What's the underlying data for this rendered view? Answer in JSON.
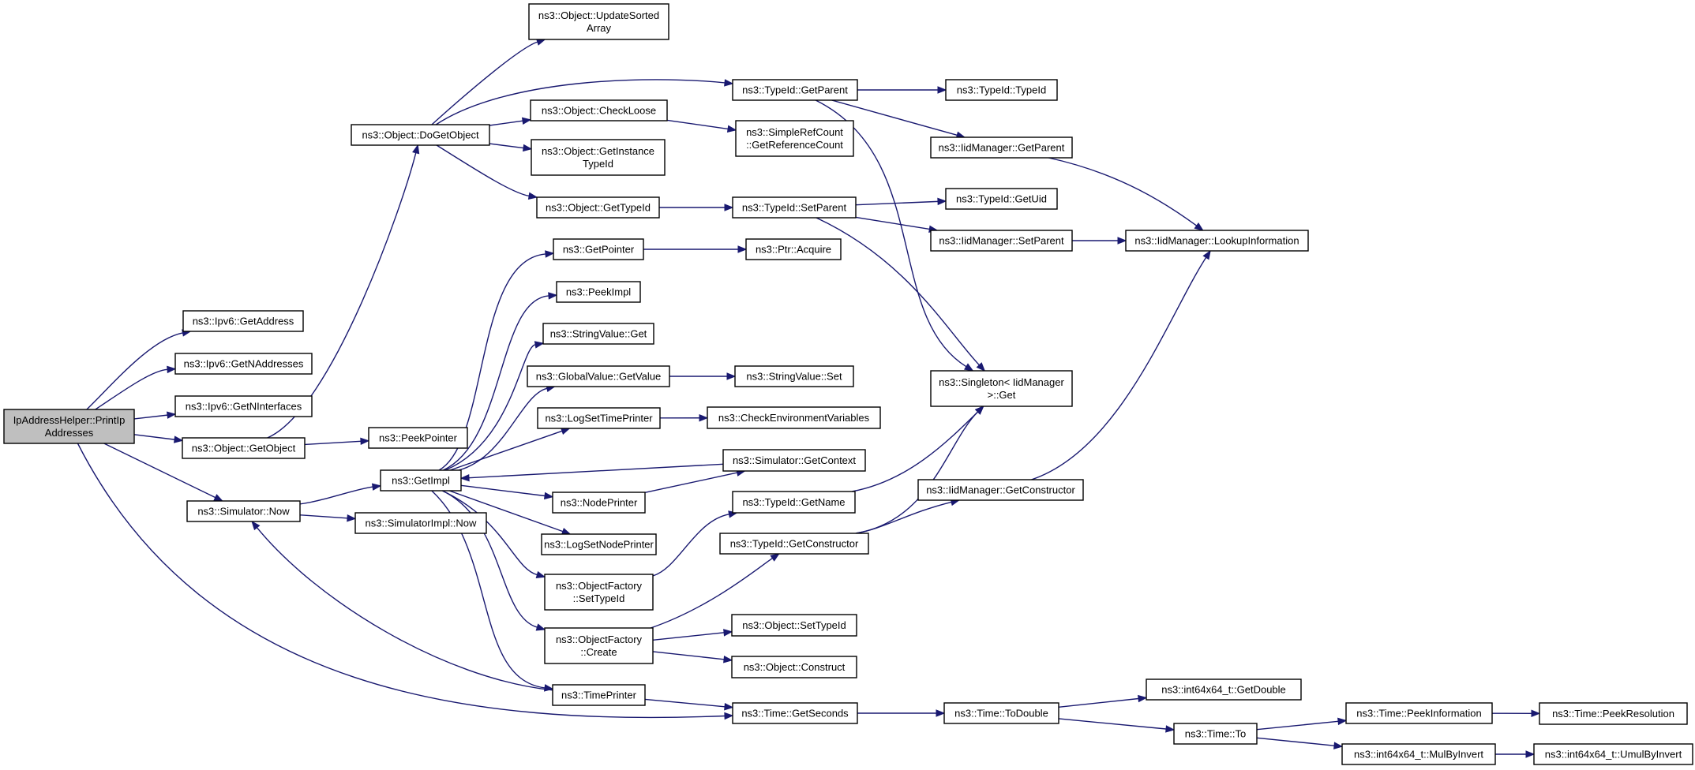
{
  "colors": {
    "edge": "#191970",
    "root_fill": "#bfbfbf",
    "node_fill": "#ffffff",
    "node_border": "#000000",
    "incomplete_border": "#ff0000"
  },
  "nodes": [
    {
      "id": "root",
      "label": [
        "IpAddressHelper::PrintIp",
        "Addresses"
      ],
      "root": true
    },
    {
      "id": "getaddr",
      "label": [
        "ns3::Ipv6::GetAddress"
      ]
    },
    {
      "id": "getnaddr",
      "label": [
        "ns3::Ipv6::GetNAddresses"
      ]
    },
    {
      "id": "getnif",
      "label": [
        "ns3::Ipv6::GetNInterfaces"
      ]
    },
    {
      "id": "getobject",
      "label": [
        "ns3::Object::GetObject"
      ]
    },
    {
      "id": "simnow",
      "label": [
        "ns3::Simulator::Now"
      ]
    },
    {
      "id": "dogetobject",
      "label": [
        "ns3::Object::DoGetObject"
      ]
    },
    {
      "id": "peekpointer",
      "label": [
        "ns3::PeekPointer"
      ]
    },
    {
      "id": "getimpl",
      "label": [
        "ns3::GetImpl"
      ]
    },
    {
      "id": "simimplnow",
      "label": [
        "ns3::SimulatorImpl::Now"
      ]
    },
    {
      "id": "updatesorted",
      "label": [
        "ns3::Object::UpdateSorted",
        "Array"
      ]
    },
    {
      "id": "checkloose",
      "label": [
        "ns3::Object::CheckLoose"
      ]
    },
    {
      "id": "getinsttid",
      "label": [
        "ns3::Object::GetInstance",
        "TypeId"
      ]
    },
    {
      "id": "objgettid",
      "label": [
        "ns3::Object::GetTypeId"
      ]
    },
    {
      "id": "getpointer",
      "label": [
        "ns3::GetPointer"
      ]
    },
    {
      "id": "peekimpl",
      "label": [
        "ns3::PeekImpl"
      ]
    },
    {
      "id": "strvalget",
      "label": [
        "ns3::StringValue::Get"
      ]
    },
    {
      "id": "gvgetvalue",
      "label": [
        "ns3::GlobalValue::GetValue"
      ]
    },
    {
      "id": "logsettime",
      "label": [
        "ns3::LogSetTimePrinter"
      ]
    },
    {
      "id": "nodeprinter",
      "label": [
        "ns3::NodePrinter"
      ]
    },
    {
      "id": "logsetnode",
      "label": [
        "ns3::LogSetNodePrinter"
      ]
    },
    {
      "id": "ofsettid",
      "label": [
        "ns3::ObjectFactory",
        "::SetTypeId"
      ]
    },
    {
      "id": "ofcreate",
      "label": [
        "ns3::ObjectFactory",
        "::Create"
      ]
    },
    {
      "id": "timeprinter",
      "label": [
        "ns3::TimePrinter"
      ]
    },
    {
      "id": "tidgetparent",
      "label": [
        "ns3::TypeId::GetParent"
      ]
    },
    {
      "id": "srcgetref",
      "label": [
        "ns3::SimpleRefCount",
        "::GetReferenceCount"
      ]
    },
    {
      "id": "tidsetparent",
      "label": [
        "ns3::TypeId::SetParent"
      ]
    },
    {
      "id": "ptracquire",
      "label": [
        "ns3::Ptr::Acquire"
      ]
    },
    {
      "id": "strvalset",
      "label": [
        "ns3::StringValue::Set"
      ]
    },
    {
      "id": "checkenv",
      "label": [
        "ns3::CheckEnvironmentVariables"
      ],
      "incomplete": true
    },
    {
      "id": "simgetctx",
      "label": [
        "ns3::Simulator::GetContext"
      ],
      "incomplete": true
    },
    {
      "id": "tidgetname",
      "label": [
        "ns3::TypeId::GetName"
      ],
      "incomplete": true
    },
    {
      "id": "tidgetctor",
      "label": [
        "ns3::TypeId::GetConstructor"
      ]
    },
    {
      "id": "objsettid",
      "label": [
        "ns3::Object::SetTypeId"
      ],
      "incomplete": true
    },
    {
      "id": "objconstruct",
      "label": [
        "ns3::Object::Construct"
      ],
      "incomplete": true
    },
    {
      "id": "timegetsec",
      "label": [
        "ns3::Time::GetSeconds"
      ]
    },
    {
      "id": "tidtypeid",
      "label": [
        "ns3::TypeId::TypeId"
      ]
    },
    {
      "id": "iidgetparent",
      "label": [
        "ns3::IidManager::GetParent"
      ]
    },
    {
      "id": "tidgetuid",
      "label": [
        "ns3::TypeId::GetUid"
      ]
    },
    {
      "id": "iidsetparent",
      "label": [
        "ns3::IidManager::SetParent"
      ]
    },
    {
      "id": "singleton",
      "label": [
        "ns3::Singleton< IidManager",
        ">::Get"
      ]
    },
    {
      "id": "iidgetctor",
      "label": [
        "ns3::IidManager::GetConstructor"
      ]
    },
    {
      "id": "timetodouble",
      "label": [
        "ns3::Time::ToDouble"
      ]
    },
    {
      "id": "iidlookup",
      "label": [
        "ns3::IidManager::LookupInformation"
      ]
    },
    {
      "id": "i64getdouble",
      "label": [
        "ns3::int64x64_t::GetDouble"
      ]
    },
    {
      "id": "timeto",
      "label": [
        "ns3::Time::To"
      ]
    },
    {
      "id": "peekinfo",
      "label": [
        "ns3::Time::PeekInformation"
      ]
    },
    {
      "id": "i64mulbyinv",
      "label": [
        "ns3::int64x64_t::MulByInvert"
      ]
    },
    {
      "id": "peekres",
      "label": [
        "ns3::Time::PeekResolution"
      ],
      "incomplete": true
    },
    {
      "id": "i64umulbyinv",
      "label": [
        "ns3::int64x64_t::UmulByInvert"
      ]
    }
  ],
  "edges": [
    [
      "root",
      "getaddr"
    ],
    [
      "root",
      "getnaddr"
    ],
    [
      "root",
      "getnif"
    ],
    [
      "root",
      "getobject"
    ],
    [
      "root",
      "simnow"
    ],
    [
      "root",
      "timegetsec"
    ],
    [
      "getobject",
      "dogetobject"
    ],
    [
      "getobject",
      "peekpointer"
    ],
    [
      "dogetobject",
      "updatesorted"
    ],
    [
      "dogetobject",
      "tidgetparent"
    ],
    [
      "dogetobject",
      "checkloose"
    ],
    [
      "dogetobject",
      "getinsttid"
    ],
    [
      "dogetobject",
      "objgettid"
    ],
    [
      "checkloose",
      "srcgetref"
    ],
    [
      "objgettid",
      "tidsetparent"
    ],
    [
      "tidgetparent",
      "tidtypeid"
    ],
    [
      "tidgetparent",
      "iidgetparent"
    ],
    [
      "tidgetparent",
      "singleton"
    ],
    [
      "tidsetparent",
      "tidgetuid"
    ],
    [
      "tidsetparent",
      "iidsetparent"
    ],
    [
      "tidsetparent",
      "singleton"
    ],
    [
      "iidgetparent",
      "iidlookup"
    ],
    [
      "iidsetparent",
      "iidlookup"
    ],
    [
      "iidgetctor",
      "iidlookup"
    ],
    [
      "simnow",
      "getimpl"
    ],
    [
      "simnow",
      "simimplnow"
    ],
    [
      "getimpl",
      "getpointer"
    ],
    [
      "getimpl",
      "peekimpl"
    ],
    [
      "getimpl",
      "strvalget"
    ],
    [
      "getimpl",
      "gvgetvalue"
    ],
    [
      "getimpl",
      "logsettime"
    ],
    [
      "getimpl",
      "nodeprinter"
    ],
    [
      "getimpl",
      "logsetnode"
    ],
    [
      "getimpl",
      "ofsettid"
    ],
    [
      "getimpl",
      "ofcreate"
    ],
    [
      "getimpl",
      "timeprinter"
    ],
    [
      "getpointer",
      "ptracquire"
    ],
    [
      "gvgetvalue",
      "strvalset"
    ],
    [
      "logsettime",
      "checkenv"
    ],
    [
      "simgetctx",
      "getimpl"
    ],
    [
      "nodeprinter",
      "simgetctx"
    ],
    [
      "ofsettid",
      "tidgetname"
    ],
    [
      "ofcreate",
      "tidgetctor"
    ],
    [
      "ofcreate",
      "objsettid"
    ],
    [
      "ofcreate",
      "objconstruct"
    ],
    [
      "tidgetname",
      "singleton"
    ],
    [
      "tidgetctor",
      "singleton"
    ],
    [
      "tidgetctor",
      "iidgetctor"
    ],
    [
      "timeprinter",
      "simnow"
    ],
    [
      "timeprinter",
      "timegetsec"
    ],
    [
      "timegetsec",
      "timetodouble"
    ],
    [
      "timetodouble",
      "i64getdouble"
    ],
    [
      "timetodouble",
      "timeto"
    ],
    [
      "timeto",
      "peekinfo"
    ],
    [
      "timeto",
      "i64mulbyinv"
    ],
    [
      "peekinfo",
      "peekres"
    ],
    [
      "i64mulbyinv",
      "i64umulbyinv"
    ]
  ]
}
